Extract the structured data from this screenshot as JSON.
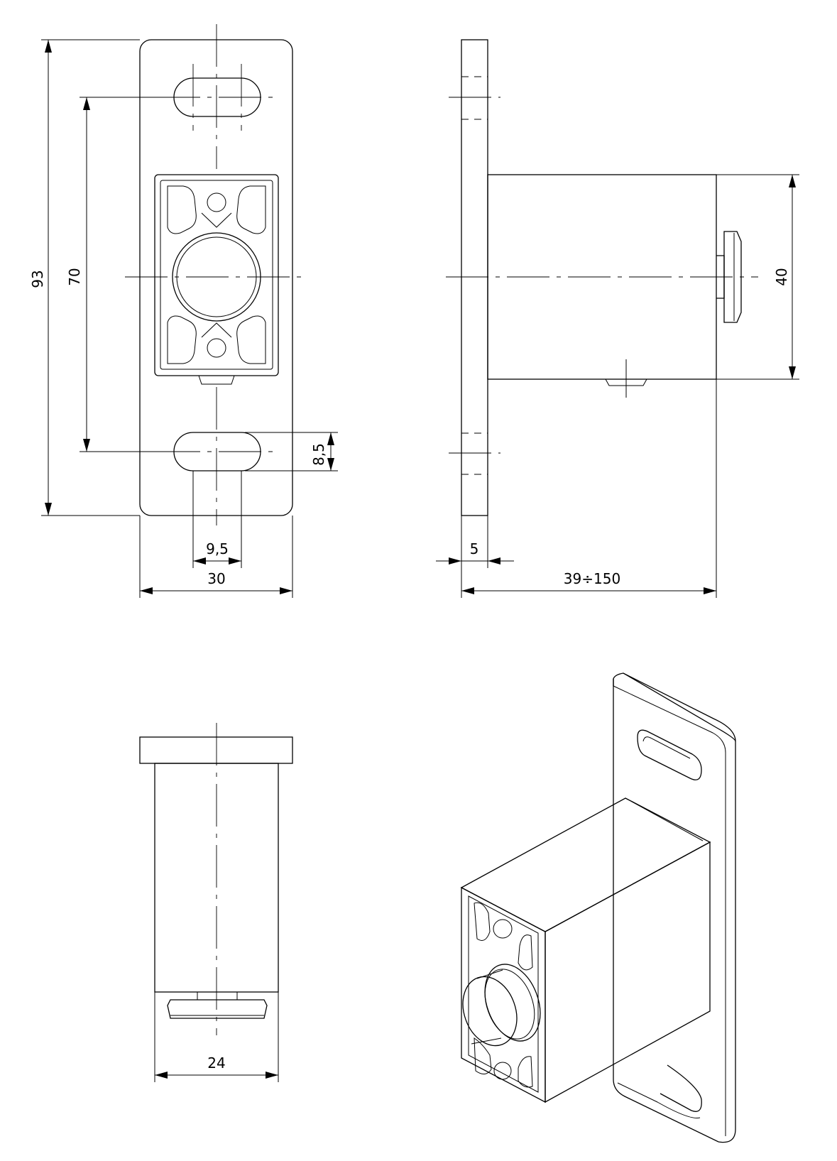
{
  "dimensions": {
    "height_total": "93",
    "slot_spacing": "70",
    "slot_width": "8,5",
    "slot_length": "9,5",
    "plate_width": "30",
    "plate_thickness": "5",
    "length_range": "39÷150",
    "body_height": "40",
    "body_width": "24"
  }
}
